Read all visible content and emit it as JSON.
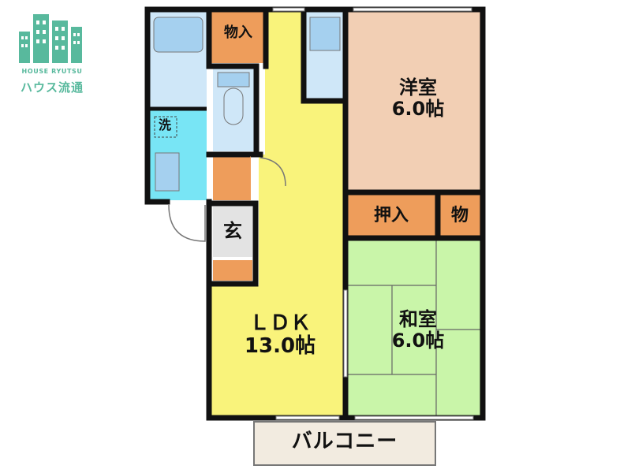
{
  "brand": {
    "name_en": "HOUSE RYUTSU",
    "name_ja": "ハウス流通",
    "icon": "building-icon",
    "color": "#58b99d"
  },
  "rooms": {
    "western": {
      "name": "洋室",
      "size": "6.0帖",
      "color": "#f2cfb4"
    },
    "japanese": {
      "name": "和室",
      "size": "6.0帖",
      "color": "#c9f5a9"
    },
    "ldk": {
      "name": "ＬＤＫ",
      "size": "13.0帖",
      "color": "#f9f37b"
    },
    "balcony": {
      "name": "バルコニー",
      "color": "#f2ebe0"
    },
    "entrance": {
      "name": "玄",
      "color": "#e3e3e3"
    },
    "washroom": {
      "name": "洗",
      "color": "#78e5f5"
    },
    "storage": {
      "label": "物入",
      "color": "#ee9d5b"
    },
    "closet": {
      "label": "押入"
    },
    "storage_small": {
      "label": "物"
    }
  }
}
